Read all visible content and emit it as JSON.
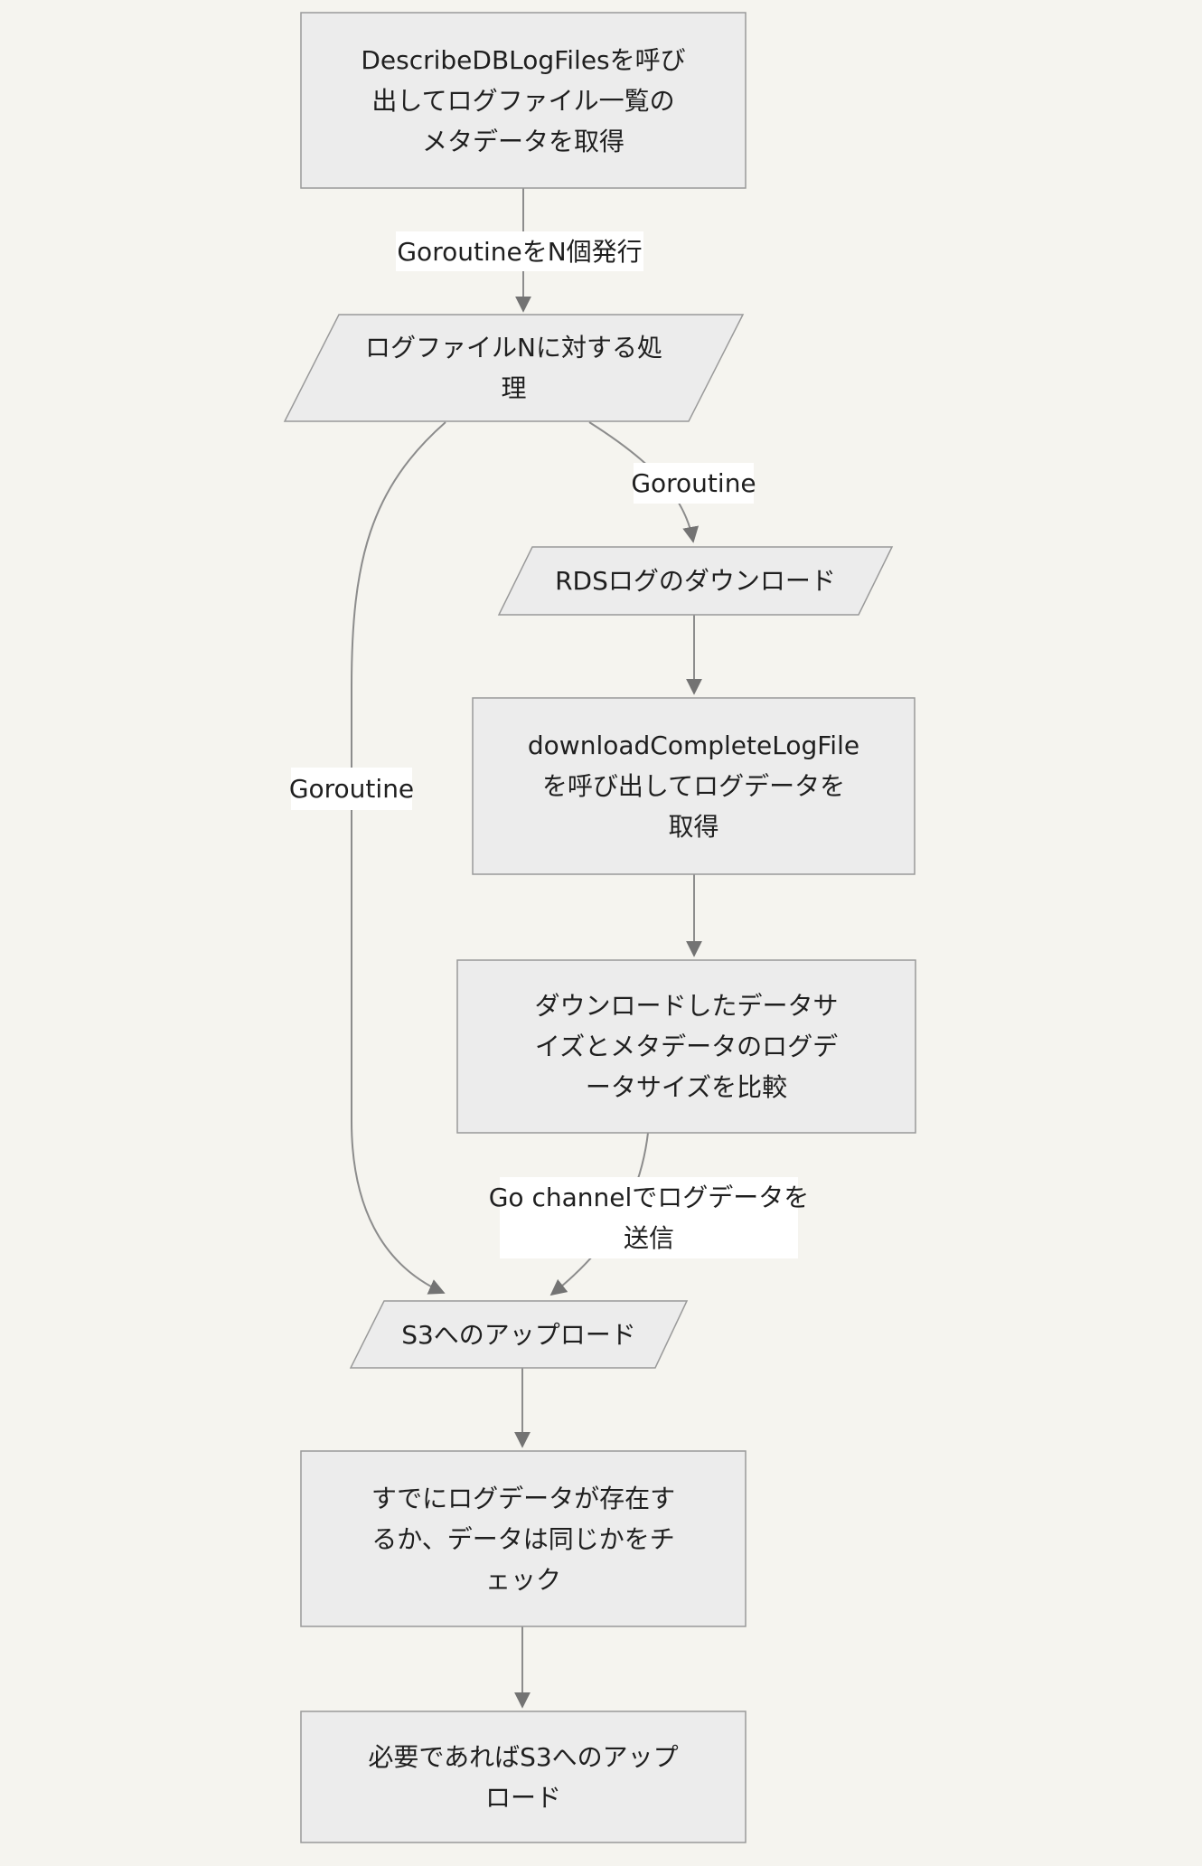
{
  "diagram": {
    "type": "flowchart",
    "direction": "top-down",
    "colors": {
      "background": "#f5f4ef",
      "node_fill": "#ececec",
      "node_border": "#9a9a9a",
      "edge": "#8c8c8c",
      "arrow": "#737373",
      "text": "#1f1f1f",
      "label_bg": "#ffffff"
    },
    "nodes": {
      "describe": {
        "shape": "rectangle",
        "lines": [
          "DescribeDBLogFilesを呼び",
          "出してログファイル一覧の",
          "メタデータを取得"
        ]
      },
      "process_n": {
        "shape": "parallelogram",
        "lines": [
          "ログファイルNに対する処",
          "理"
        ]
      },
      "rds_download": {
        "shape": "parallelogram",
        "lines": [
          "RDSログのダウンロード"
        ]
      },
      "download_complete": {
        "shape": "rectangle",
        "lines": [
          "downloadCompleteLogFile",
          "を呼び出してログデータを",
          "取得"
        ]
      },
      "compare_size": {
        "shape": "rectangle",
        "lines": [
          "ダウンロードしたデータサ",
          "イズとメタデータのログデ",
          "ータサイズを比較"
        ]
      },
      "s3_upload": {
        "shape": "parallelogram",
        "lines": [
          "S3へのアップロード"
        ]
      },
      "check_exists": {
        "shape": "rectangle",
        "lines": [
          "すでにログデータが存在す",
          "るか、データは同じかをチ",
          "ェック"
        ]
      },
      "upload_if_needed": {
        "shape": "rectangle",
        "lines": [
          "必要であればS3へのアップ",
          "ロード"
        ]
      }
    },
    "edge_labels": {
      "spawn_goroutines": {
        "lines": [
          "GoroutineをN個発行"
        ]
      },
      "goroutine_right": {
        "lines": [
          "Goroutine"
        ]
      },
      "goroutine_left": {
        "lines": [
          "Goroutine"
        ]
      },
      "go_channel": {
        "lines": [
          "Go channelでログデータを",
          "送信"
        ]
      }
    }
  }
}
